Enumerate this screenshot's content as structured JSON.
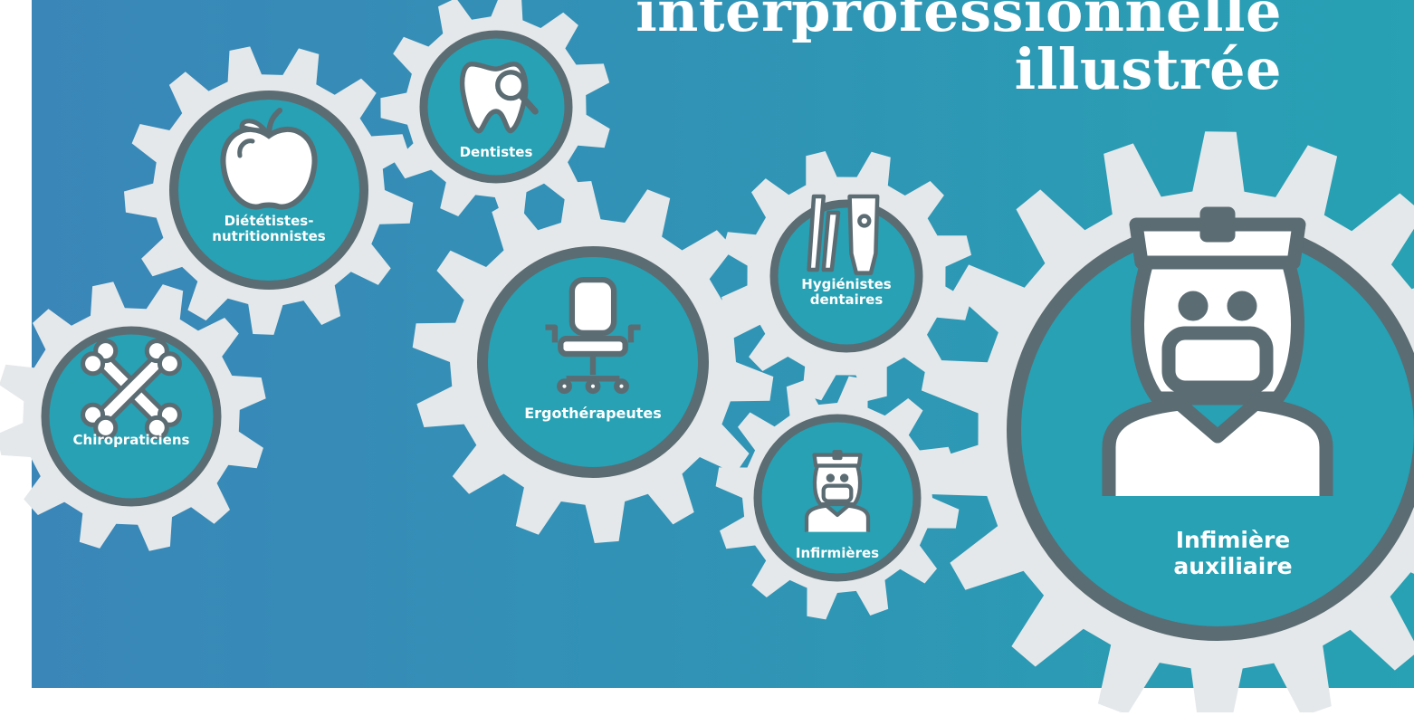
{
  "title": {
    "line1": "interprofessionnelle",
    "line2": "illustrée"
  },
  "gears": [
    {
      "id": "chiropraticiens",
      "label_lines": [
        "Chiropraticiens"
      ],
      "icon": "crossed-bones-icon"
    },
    {
      "id": "dietetistes",
      "label_lines": [
        "Diététistes-",
        "nutritionnistes"
      ],
      "icon": "apple-icon"
    },
    {
      "id": "dentistes",
      "label_lines": [
        "Dentistes"
      ],
      "icon": "tooth-magnifier-icon"
    },
    {
      "id": "ergotherapeutes",
      "label_lines": [
        "Ergothérapeutes"
      ],
      "icon": "office-chair-icon"
    },
    {
      "id": "hygienistes",
      "label_lines": [
        "Hygiénistes",
        "dentaires"
      ],
      "icon": "toothbrush-toothpaste-icon"
    },
    {
      "id": "infirmieres",
      "label_lines": [
        "Infirmières"
      ],
      "icon": "nurse-icon"
    },
    {
      "id": "infirmiere-auxiliaire",
      "label_lines": [
        "Infimière",
        "auxiliaire"
      ],
      "icon": "nurse-icon"
    }
  ],
  "colors": {
    "background_left": "#3a86b8",
    "background_right": "#27a1b3",
    "gear": "#e5e8ea",
    "ring": "#5b6c73",
    "text": "#ffffff"
  }
}
